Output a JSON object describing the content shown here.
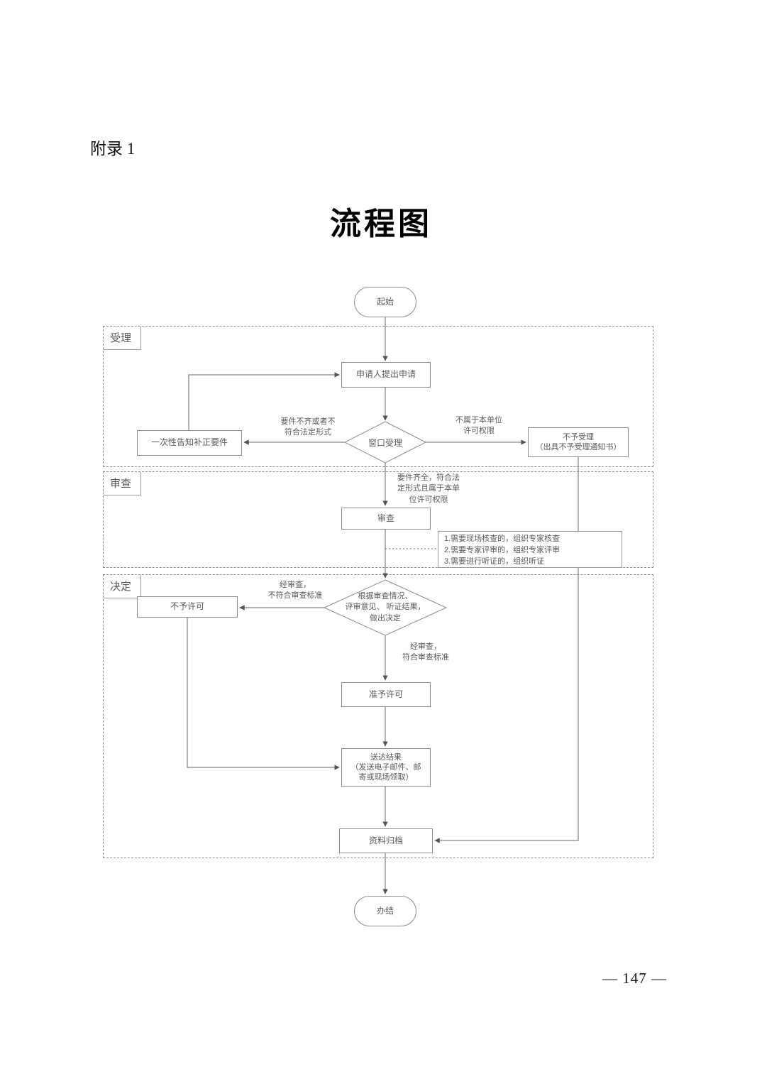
{
  "page": {
    "appendix": "附录 1",
    "title": "流程图",
    "page_number": "— 147 —"
  },
  "sections": {
    "accept": "受理",
    "review": "审查",
    "decide": "决定"
  },
  "nodes": {
    "start": "起始",
    "apply": "申请人提出申请",
    "window": "窗口受理",
    "notify": "一次性告知补正要件",
    "reject": "不予受理\n（出具不予受理通知书）",
    "review": "审查",
    "decision": "根据审查情况、\n评审意见、 听证结果，\n做出决定",
    "deny": "不予许可",
    "grant": "准予许可",
    "deliver": "送达结果\n（发送电子邮件、邮\n寄或现场领取）",
    "archive": "资料归档",
    "end": "办结"
  },
  "labels": {
    "incomplete": "要件不齐或者不\n符合法定形式",
    "no_authority": "不属于本单位\n许可权限",
    "complete": "要件齐全，符合法\n定形式且属于本单\n位许可权限",
    "fail": "经审查，\n不符合审查标准",
    "pass": "经审查，\n符合审查标准",
    "note": "1.需要现场核查的，组织专家核查\n2.需要专家评审的，组织专家评审\n3.需要进行听证的，组织听证"
  }
}
